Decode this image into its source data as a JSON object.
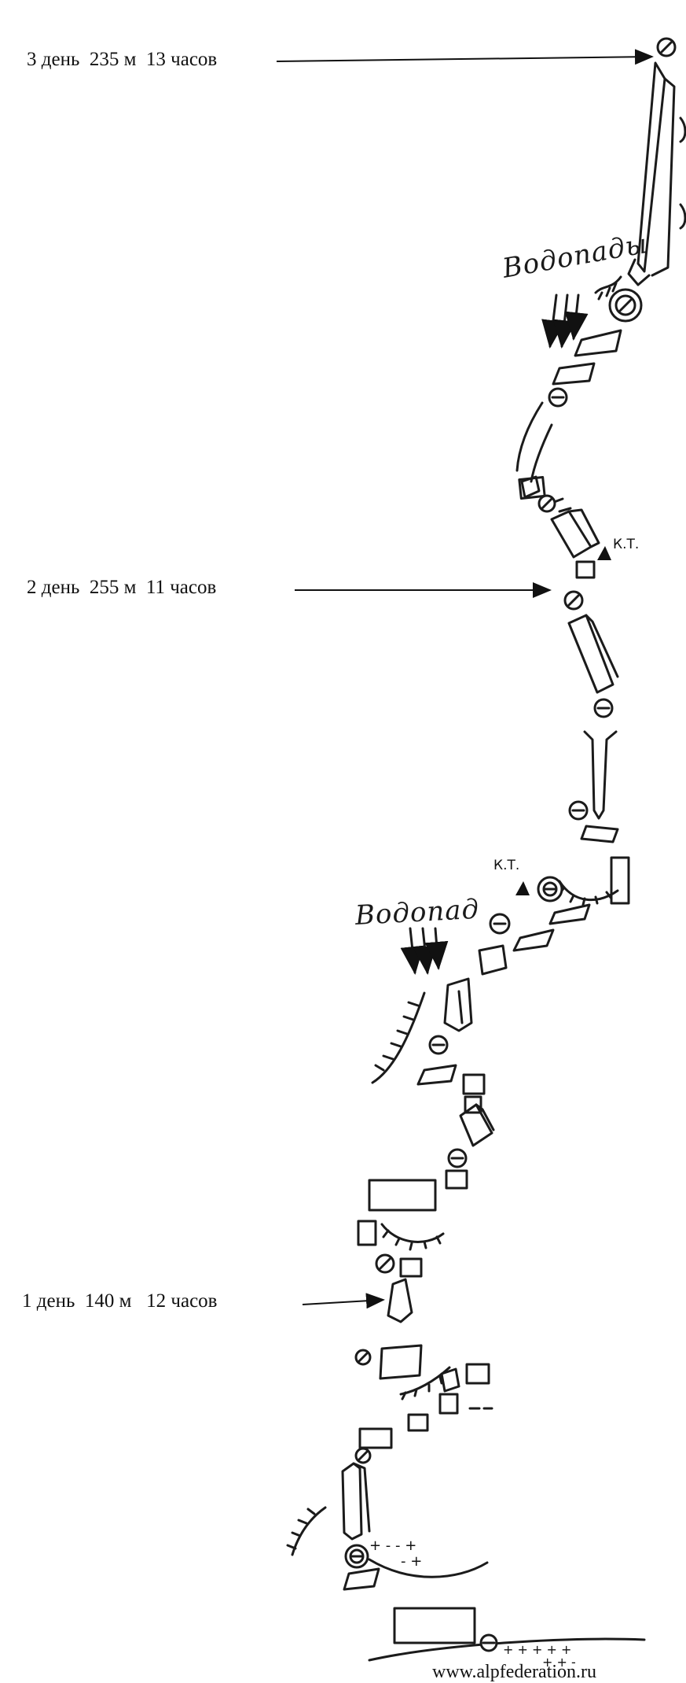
{
  "labels": {
    "day3": "3 день  235 м  13 часов",
    "day2": "2 день  255 м  11 часов",
    "day1": "1 день  140 м   12 часов",
    "waterfall_top": "Водопады",
    "waterfall_mid": "Водопад",
    "kt_upper": "К.Т.",
    "kt_lower": "К.Т.",
    "watermark": "www.alpfederation.ru"
  },
  "icons": {
    "piton": "piton-circle-icon",
    "anchor_double": "double-circle-anchor-icon",
    "control_point": "triangle-marker-icon",
    "arrow": "arrow-right-icon"
  },
  "colors": {
    "ink": "#1b1b1b",
    "paper": "#ffffff"
  }
}
